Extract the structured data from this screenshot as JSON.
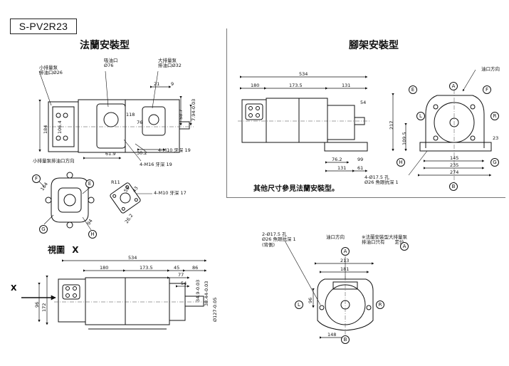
{
  "model": "S-PV2R23",
  "sections": {
    "flange_title": "法蘭安裝型",
    "foot_title": "腳架安裝型",
    "view_title": "視圖",
    "view_letter": "X"
  },
  "flange": {
    "small_pump_outlet": [
      "小排量泵",
      "排油口Ø26"
    ],
    "suction": [
      "吸油口",
      "Ø76"
    ],
    "large_pump_outlet": [
      "大排量泵",
      "排油口Ø32"
    ],
    "small_pump_dir": "小排量泵排油口方向",
    "thread_m10_19": "4-M10 牙深 19",
    "thread_m16_19": "4-M16 牙深 19",
    "thread_m10_17": "4-M10 牙深 17",
    "dims": {
      "d184": "184",
      "d1064": "106.4",
      "d619": "61.9",
      "d118": "118",
      "d76": "76",
      "d302": "30.2",
      "d21": "21",
      "d9": "9",
      "d587": "58.7",
      "d794": "7.94-0.03",
      "d164": "164",
      "dR11": "R11",
      "d94": "94",
      "d262": "26.2",
      "d58": "58",
      "d43": "43"
    }
  },
  "foot": {
    "dims": {
      "d534": "534",
      "d180": "180",
      "d1735": "173.5",
      "d131": "131",
      "d54": "54",
      "d762": "76.2",
      "d99": "99",
      "d131b": "131",
      "d61": "61",
      "d217": "217",
      "d1095": "109.5",
      "d23": "23",
      "d145": "145",
      "d235": "235",
      "d274": "274"
    },
    "hole_note": [
      "4-Ø17.5 孔",
      "Ø26 魚眼抗深 1"
    ],
    "oil_dir": "油口方向",
    "note": "其他尺寸參見法蘭安裝型。"
  },
  "view": {
    "dims": {
      "d534": "534",
      "d180": "180",
      "d1735": "173.5",
      "d45": "45",
      "d86": "86",
      "d77": "77",
      "d54": "54",
      "d349": "34.9-0.03",
      "d3844": "38.44-0.03",
      "d1272": "Ø127-0.05",
      "d96": "96",
      "d172": "172"
    }
  },
  "bottom_right": {
    "hole_note": [
      "2-Ø17.5 孔",
      "Ø26 魚眼抗深 1",
      "(背側)"
    ],
    "oil_dir": "油口方向",
    "star_note": [
      "※法蘭安裝型大排量泵",
      "排油口只有",
      "定位"
    ],
    "dims": {
      "d213": "213",
      "d181": "181",
      "d96": "96",
      "d148": "148"
    }
  },
  "markers": {
    "A": "A",
    "B": "B",
    "E": "E",
    "F": "F",
    "G": "G",
    "H": "H",
    "L": "L",
    "R": "R"
  }
}
